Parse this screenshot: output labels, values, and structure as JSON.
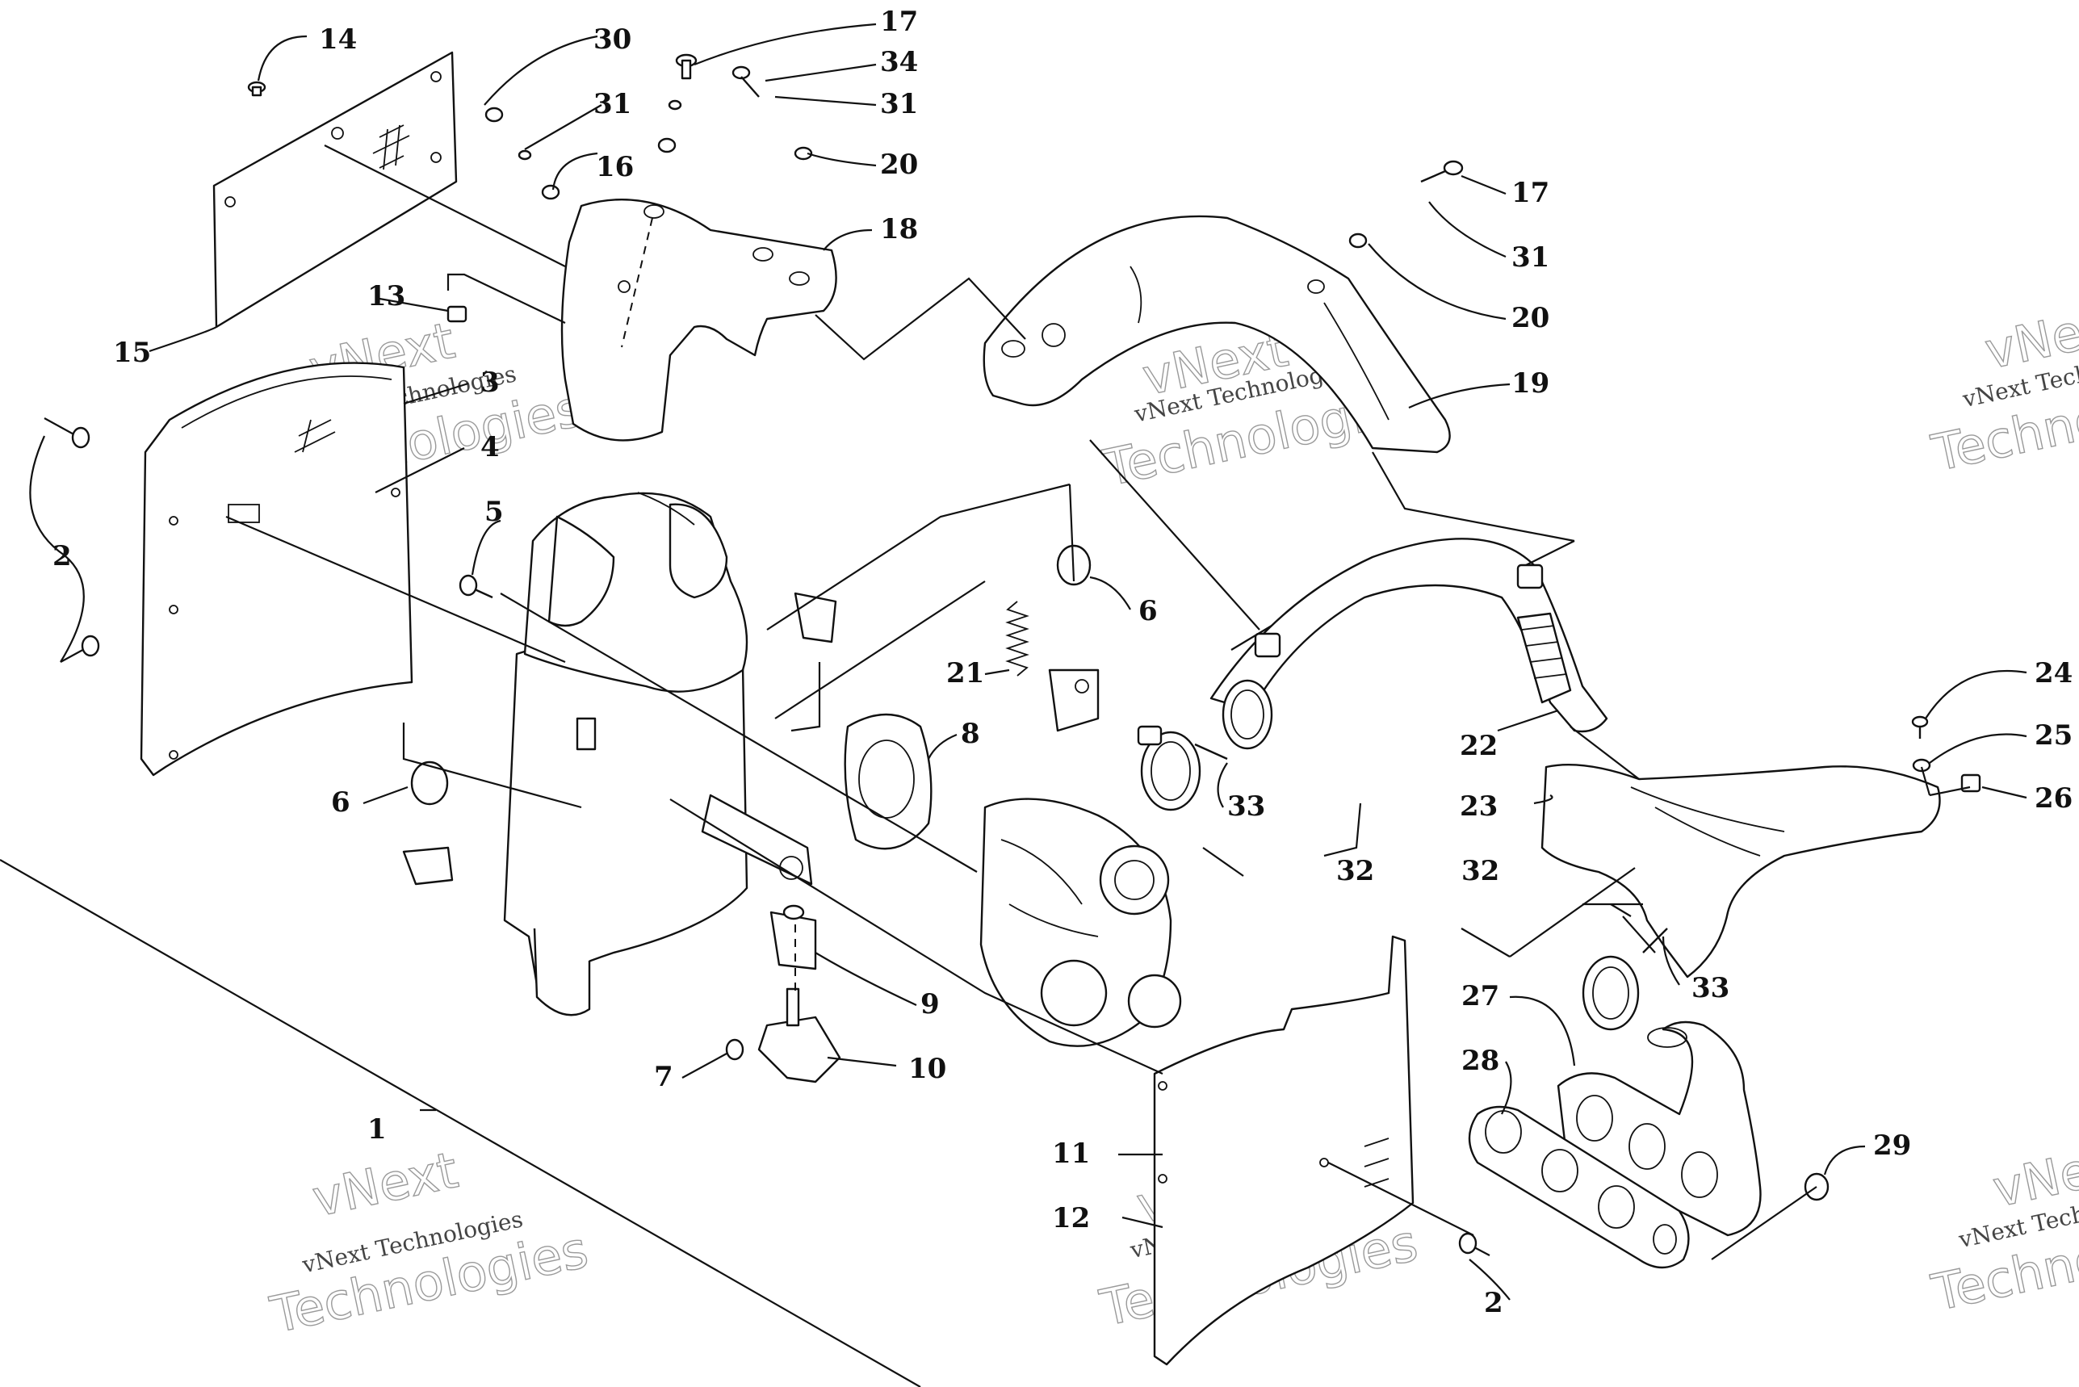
{
  "watermark": {
    "line1": "vNext",
    "line2": "vNext Technologies",
    "line3": "Technologies"
  },
  "callouts": {
    "c1": "1",
    "c2a": "2",
    "c2b": "2",
    "c3": "3",
    "c4": "4",
    "c5": "5",
    "c6a": "6",
    "c6b": "6",
    "c7": "7",
    "c8": "8",
    "c9": "9",
    "c10": "10",
    "c11": "11",
    "c12": "12",
    "c13": "13",
    "c14": "14",
    "c15": "15",
    "c16": "16",
    "c17a": "17",
    "c17b": "17",
    "c18": "18",
    "c19": "19",
    "c20a": "20",
    "c20b": "20",
    "c21": "21",
    "c22": "22",
    "c23": "23",
    "c24": "24",
    "c25": "25",
    "c26": "26",
    "c27": "27",
    "c28": "28",
    "c29": "29",
    "c30": "30",
    "c31a": "31",
    "c31b": "31",
    "c31c": "31",
    "c32a": "32",
    "c32b": "32",
    "c33a": "33",
    "c33b": "33",
    "c34": "34"
  }
}
